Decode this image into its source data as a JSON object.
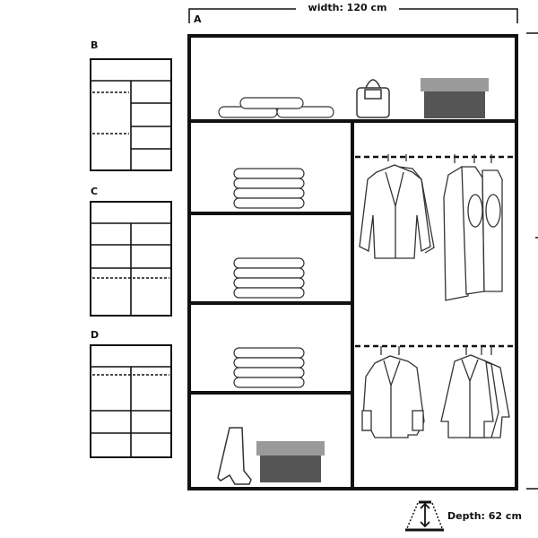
{
  "width_label": "width: 120 cm",
  "depth_label": "Depth: 62 cm",
  "variants": {
    "main": "A",
    "b": "B",
    "c": "C",
    "d": "D"
  },
  "icons": [
    "depth-icon",
    "folded-clothes-icon",
    "handbag-icon",
    "storage-box-icon",
    "jacket-icon",
    "sweater-icon",
    "coat-icon",
    "boot-icon",
    "hanger-rail-icon"
  ],
  "colors": {
    "line": "#111111",
    "box_top": "#9a9a9a",
    "box_body": "#555555"
  }
}
